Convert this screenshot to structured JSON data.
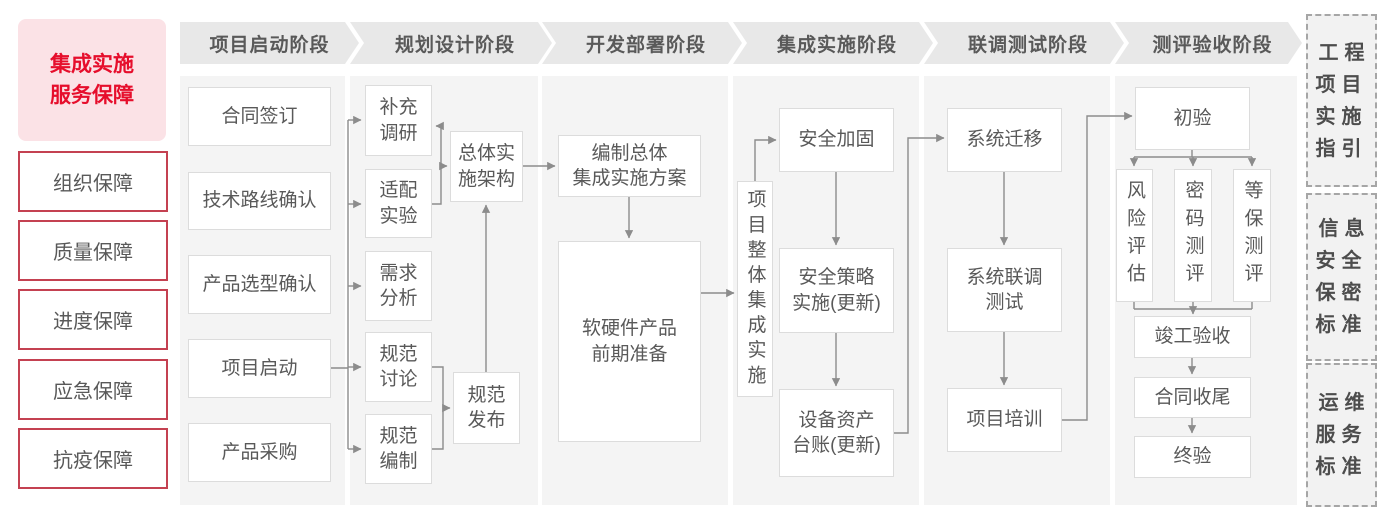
{
  "sidebar": {
    "title": "集成实施\n服务保障",
    "items": [
      "组织保障",
      "质量保障",
      "进度保障",
      "应急保障",
      "抗疫保障"
    ]
  },
  "phases": [
    "项目启动阶段",
    "规划设计阶段",
    "开发部署阶段",
    "集成实施阶段",
    "联调测试阶段",
    "测评验收阶段"
  ],
  "flow": {
    "col1": [
      "合同签订",
      "技术路线确认",
      "产品选型确认",
      "项目启动",
      "产品采购"
    ],
    "col2": {
      "left": [
        "补充\n调研",
        "适配\n实验",
        "需求\n分析",
        "规范\n讨论",
        "规范\n编制"
      ],
      "arch": "总体实\n施架构",
      "publish": "规范\n发布"
    },
    "col3": {
      "plan": "编制总体\n集成实施方案",
      "prep": "软硬件产品\n前期准备"
    },
    "col4": {
      "vertical": "项目整体集成实施",
      "steps": [
        "安全加固",
        "安全策略\n实施(更新)",
        "设备资产\n台账(更新)"
      ]
    },
    "col5": [
      "系统迁移",
      "系统联调\n测试",
      "项目培训"
    ],
    "col6": {
      "first": "初验",
      "parallel": [
        "风险评估",
        "密码测评",
        "等保测评"
      ],
      "steps": [
        "竣工验收",
        "合同收尾",
        "终验"
      ]
    }
  },
  "standards": [
    "工程\n项目\n实施\n指引",
    "信息\n安全\n保密\n标准",
    "运维\n服务\n标准"
  ],
  "colors": {
    "accent_red": "#e60e2c",
    "red_border": "#c44151",
    "pink_bg": "#fbe2e6",
    "text_gray": "#595959",
    "header_bg": "#e8e8e8",
    "strip_bg": "#f4f4f4",
    "box_border": "#dcdcdc",
    "line_gray": "#8c8c8c"
  }
}
